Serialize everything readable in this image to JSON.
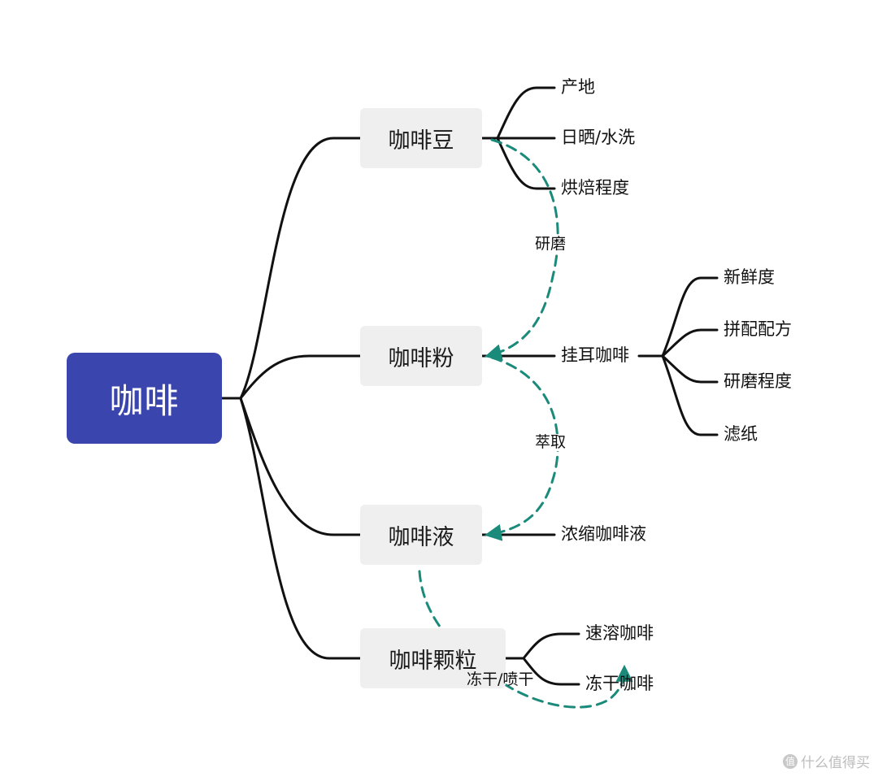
{
  "root": {
    "label": "咖啡"
  },
  "stages": [
    {
      "label": "咖啡豆"
    },
    {
      "label": "咖啡粉"
    },
    {
      "label": "咖啡液"
    },
    {
      "label": "咖啡颗粒"
    }
  ],
  "bean_attrs": [
    "产地",
    "日晒/水洗",
    "烘焙程度"
  ],
  "powder_product": "挂耳咖啡",
  "powder_attrs": [
    "新鲜度",
    "拼配配方",
    "研磨程度",
    "滤纸"
  ],
  "liquid_product": "浓缩咖啡液",
  "granule_products": [
    "速溶咖啡",
    "冻干咖啡"
  ],
  "processes": {
    "grind": "研磨",
    "extract": "萃取",
    "dry": "冻干/喷干"
  },
  "watermark": {
    "icon": "值",
    "text": "什么值得买"
  },
  "colors": {
    "root_fill": "#3a46ad",
    "node_fill": "#efefef",
    "flow_arrow": "#1a8a7a",
    "line": "#111111"
  }
}
